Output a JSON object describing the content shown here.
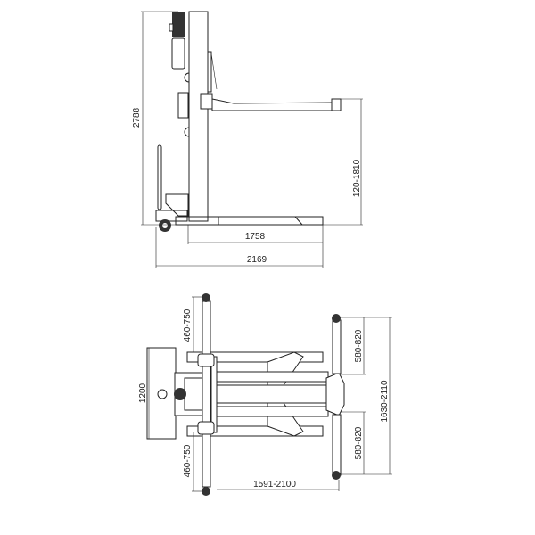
{
  "side_view": {
    "dimensions": {
      "total_height": "2788",
      "lift_height": "120-1810",
      "base_length": "1758",
      "overall_length": "2169"
    }
  },
  "top_view": {
    "dimensions": {
      "front_arm_upper": "460-750",
      "front_arm_lower": "460-750",
      "base_width": "1200",
      "rear_arm_upper": "580-820",
      "rear_arm_lower": "580-820",
      "rear_span": "1630-2110",
      "arm_distance": "1591-2100"
    }
  }
}
